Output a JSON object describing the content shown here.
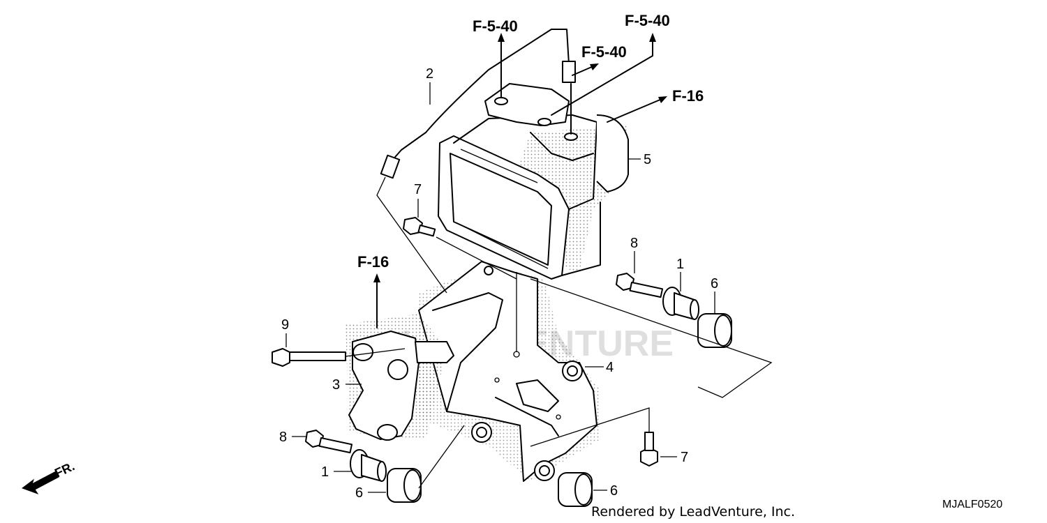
{
  "references": {
    "f540_top_left": "F-5-40",
    "f540_top_right": "F-5-40",
    "f540_middle": "F-5-40",
    "f16_right": "F-16",
    "f16_left": "F-16"
  },
  "callouts": {
    "c2": "2",
    "c5": "5",
    "c7_upper": "7",
    "c7_lower": "7",
    "c8_right": "8",
    "c8_left": "8",
    "c1_right": "1",
    "c1_left": "1",
    "c6_right": "6",
    "c6_lower_left": "6",
    "c6_lower_mid": "6",
    "c4": "4",
    "c3": "3",
    "c9": "9"
  },
  "front_indicator": "FR.",
  "credit": "Rendered by LeadVenture, Inc.",
  "diagram_code": "MJALF0520",
  "watermark": "LEADVENTURE"
}
